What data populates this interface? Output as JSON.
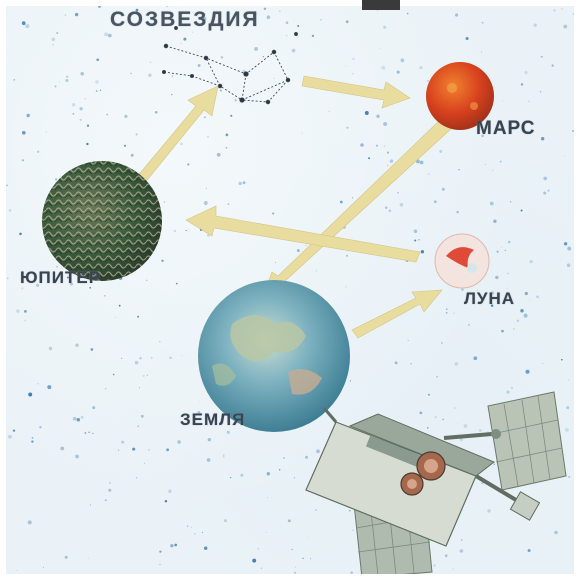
{
  "poster": {
    "title": "СОЗВЕЗДИЯ",
    "labels": {
      "mars": "МАРС",
      "jupiter": "ЮПИТЕР",
      "moon": "ЛУНА",
      "earth": "ЗЕМЛЯ"
    }
  },
  "colors": {
    "background": "#eaf2f7",
    "arrow": "#e9dc9f",
    "mars": "#d8421e",
    "jupiter": "#3b5a3c",
    "earth": "#5e9fb2",
    "moon": "#e04a38",
    "label": "#3a4450"
  },
  "arrows": [
    {
      "from": "jupiter",
      "to": "constellation"
    },
    {
      "from": "constellation",
      "to": "mars"
    },
    {
      "from": "mars",
      "to": "earth"
    },
    {
      "from": "moon",
      "to": "jupiter"
    },
    {
      "from": "earth",
      "to": "moon"
    }
  ]
}
